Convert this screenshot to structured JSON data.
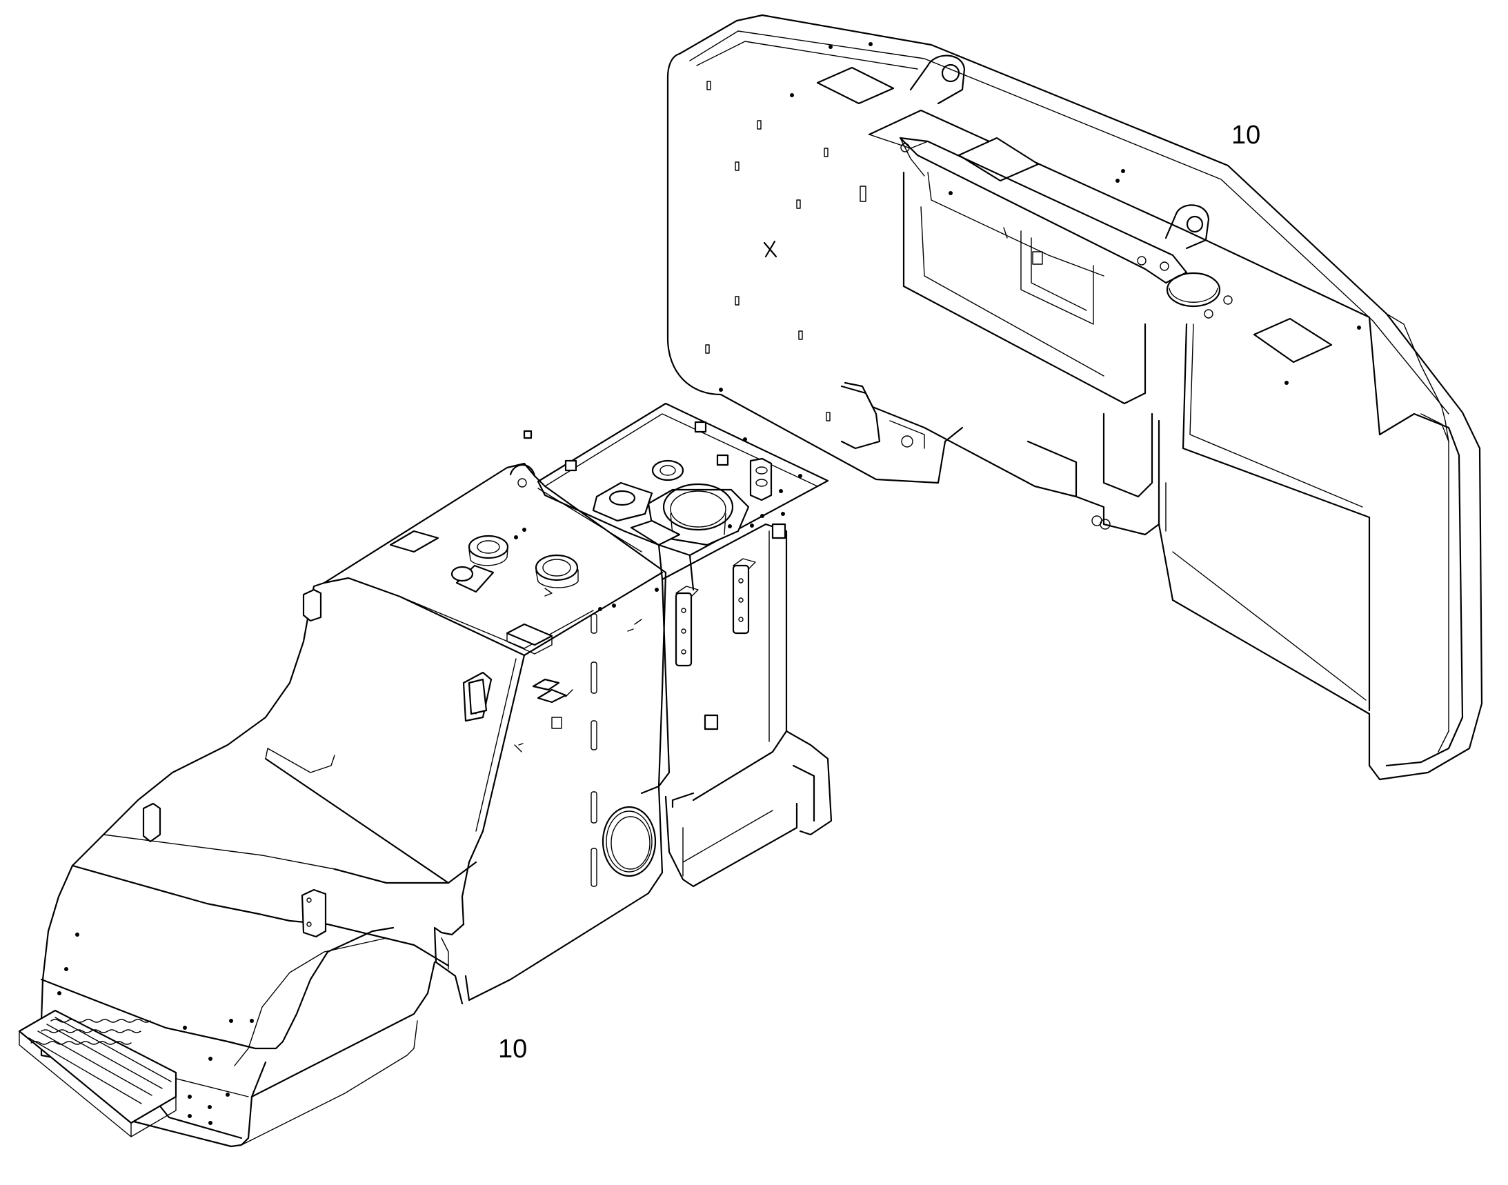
{
  "drawing": {
    "callouts": [
      {
        "id": "callout-a",
        "label": "10"
      },
      {
        "id": "callout-b",
        "label": "10"
      }
    ],
    "colors": {
      "line": "#000000",
      "background": "#ffffff"
    }
  }
}
